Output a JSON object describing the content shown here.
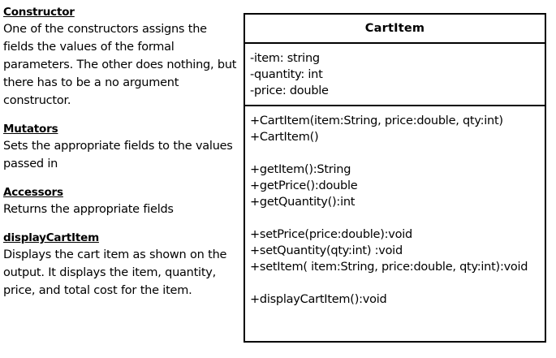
{
  "notes": {
    "sections": [
      {
        "heading": "Constructor",
        "body": "One of the constructors assigns the fields the values of the formal parameters. The other does nothing, but there has to be a no argument constructor."
      },
      {
        "heading": "Mutators",
        "body": "Sets the appropriate fields to the values passed in"
      },
      {
        "heading": "Accessors",
        "body": "Returns the appropriate fields"
      },
      {
        "heading": "displayCartItem",
        "body": "Displays the cart item as shown on the output. It displays the item, quantity, price, and total cost for the item."
      }
    ]
  },
  "uml": {
    "class_name": "CartItem",
    "attributes": [
      "-item: string",
      "-quantity: int",
      "-price: double"
    ],
    "operations": [
      {
        "signature": "+CartItem(item:String, price:double, qty:int)",
        "gap_before": false
      },
      {
        "signature": "+CartItem()",
        "gap_before": false
      },
      {
        "signature": "+getItem():String",
        "gap_before": true
      },
      {
        "signature": "+getPrice():double",
        "gap_before": false
      },
      {
        "signature": "+getQuantity():int",
        "gap_before": false
      },
      {
        "signature": "+setPrice(price:double):void",
        "gap_before": true
      },
      {
        "signature": "+setQuantity(qty:int) :void",
        "gap_before": false
      },
      {
        "signature": "+setItem( item:String, price:double, qty:int):void",
        "gap_before": false
      },
      {
        "signature": "+displayCartItem():void",
        "gap_before": true
      }
    ]
  },
  "colors": {
    "border": "#000000",
    "text": "#000000",
    "background": "#ffffff"
  }
}
